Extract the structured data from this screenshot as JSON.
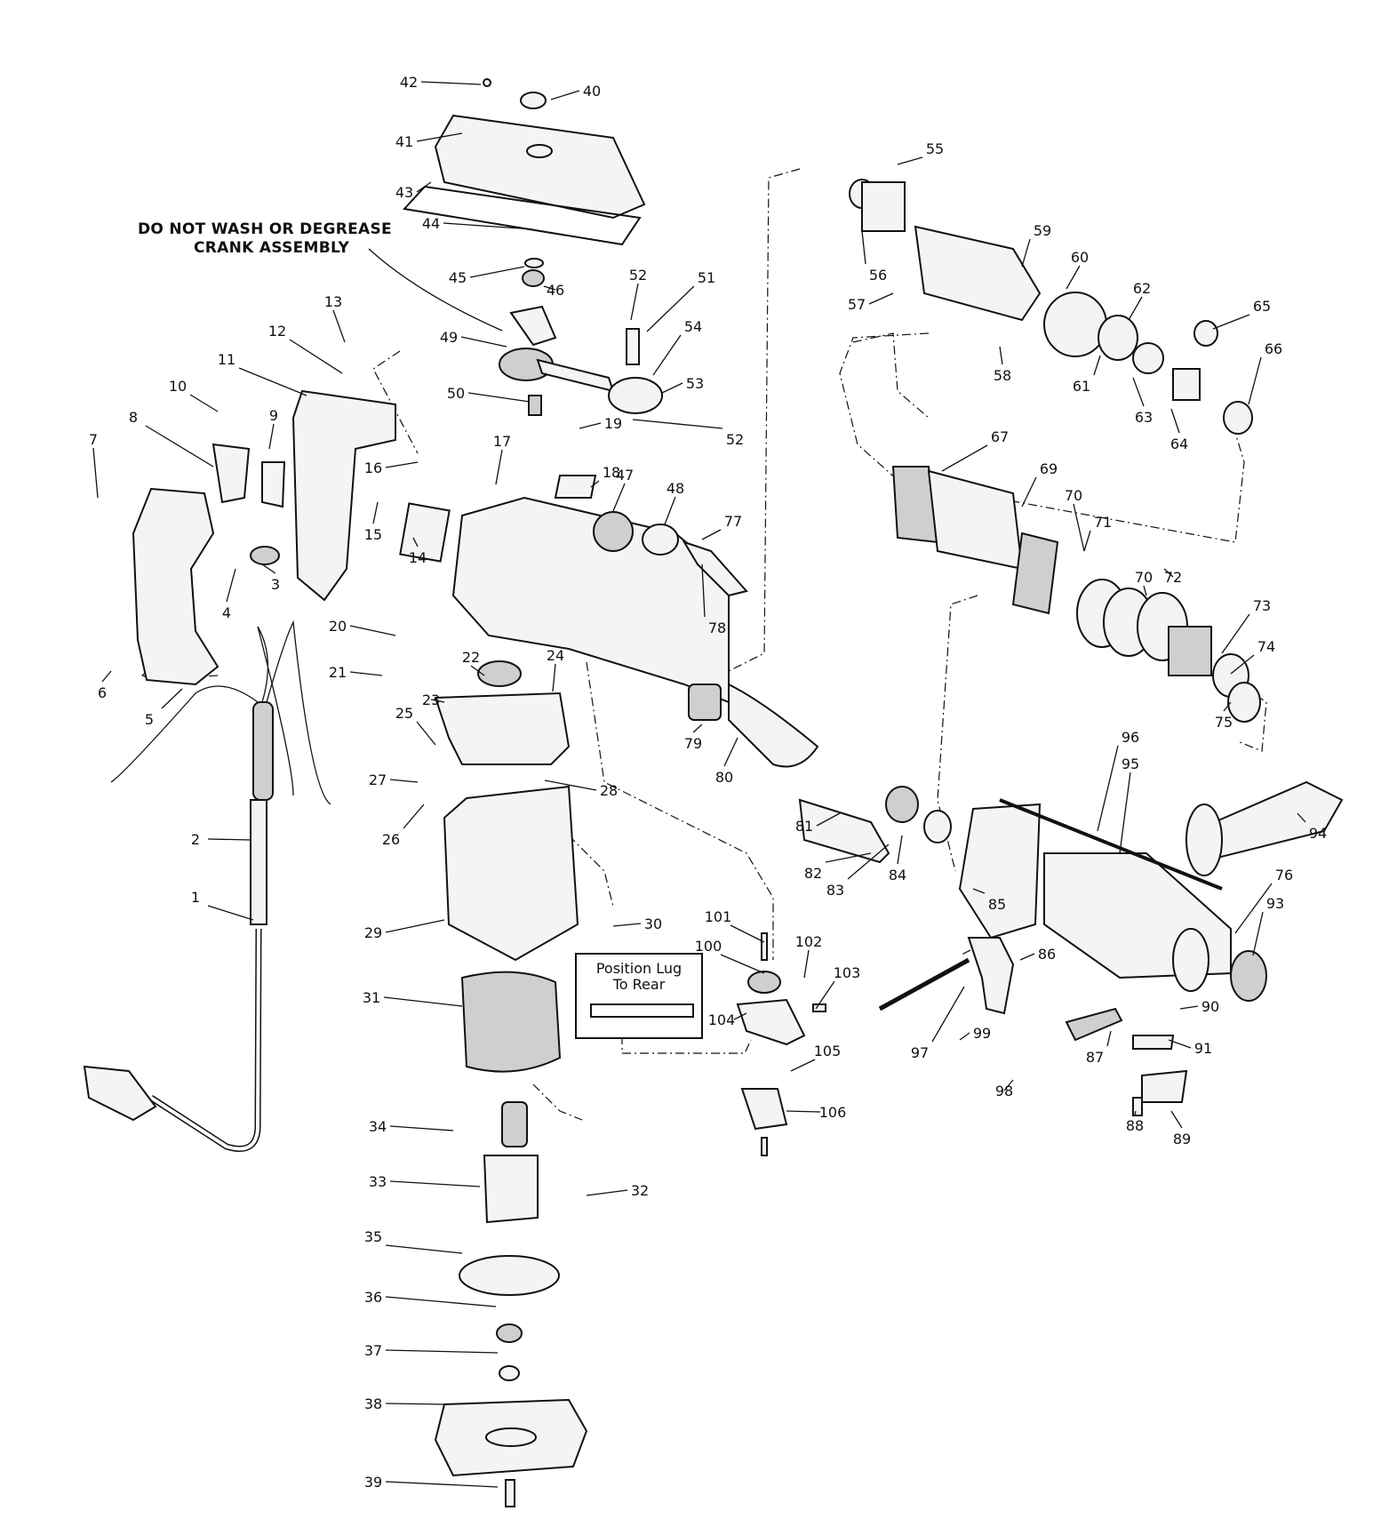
{
  "diagram": {
    "note_line1": "DO NOT WASH OR DEGREASE",
    "note_line2": "CRANK ASSEMBLY",
    "box_line1": "Position Lug",
    "box_line2": "To Rear",
    "labels": [
      "1",
      "2",
      "3",
      "4",
      "5",
      "6",
      "7",
      "8",
      "9",
      "10",
      "11",
      "12",
      "13",
      "14",
      "15",
      "16",
      "17",
      "18",
      "19",
      "20",
      "21",
      "22",
      "23",
      "24",
      "25",
      "26",
      "27",
      "28",
      "29",
      "30",
      "31",
      "32",
      "33",
      "34",
      "35",
      "36",
      "37",
      "38",
      "39",
      "40",
      "41",
      "42",
      "43",
      "44",
      "45",
      "46",
      "47",
      "48",
      "49",
      "50",
      "51",
      "52",
      "52",
      "53",
      "54",
      "55",
      "56",
      "57",
      "58",
      "59",
      "60",
      "61",
      "62",
      "63",
      "64",
      "65",
      "66",
      "67",
      "69",
      "70",
      "70",
      "71",
      "72",
      "73",
      "74",
      "75",
      "76",
      "77",
      "78",
      "79",
      "80",
      "81",
      "82",
      "83",
      "84",
      "85",
      "86",
      "87",
      "88",
      "89",
      "90",
      "91",
      "93",
      "94",
      "95",
      "96",
      "97",
      "98",
      "99",
      "100",
      "101",
      "102",
      "103",
      "104",
      "105",
      "106"
    ]
  }
}
